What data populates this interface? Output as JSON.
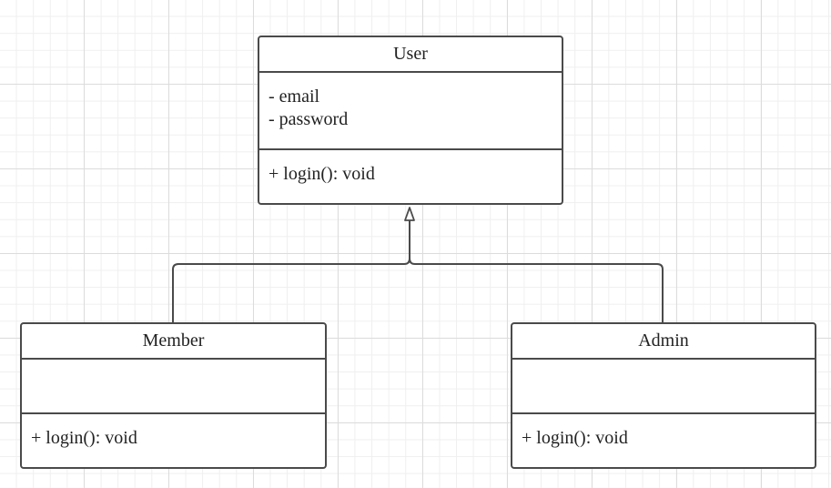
{
  "diagram": {
    "classes": {
      "user": {
        "name": "User",
        "attributes": [
          "- email",
          "- password"
        ],
        "methods": [
          "+ login(): void"
        ]
      },
      "member": {
        "name": "Member",
        "attributes": [],
        "methods": [
          "+ login(): void"
        ]
      },
      "admin": {
        "name": "Admin",
        "attributes": [],
        "methods": [
          "+ login(): void"
        ]
      }
    },
    "relationships": [
      {
        "type": "generalization",
        "from": "Member",
        "to": "User"
      },
      {
        "type": "generalization",
        "from": "Admin",
        "to": "User"
      }
    ],
    "colors": {
      "stroke": "#4a4a4a",
      "grid": "#dcdcdc"
    }
  }
}
